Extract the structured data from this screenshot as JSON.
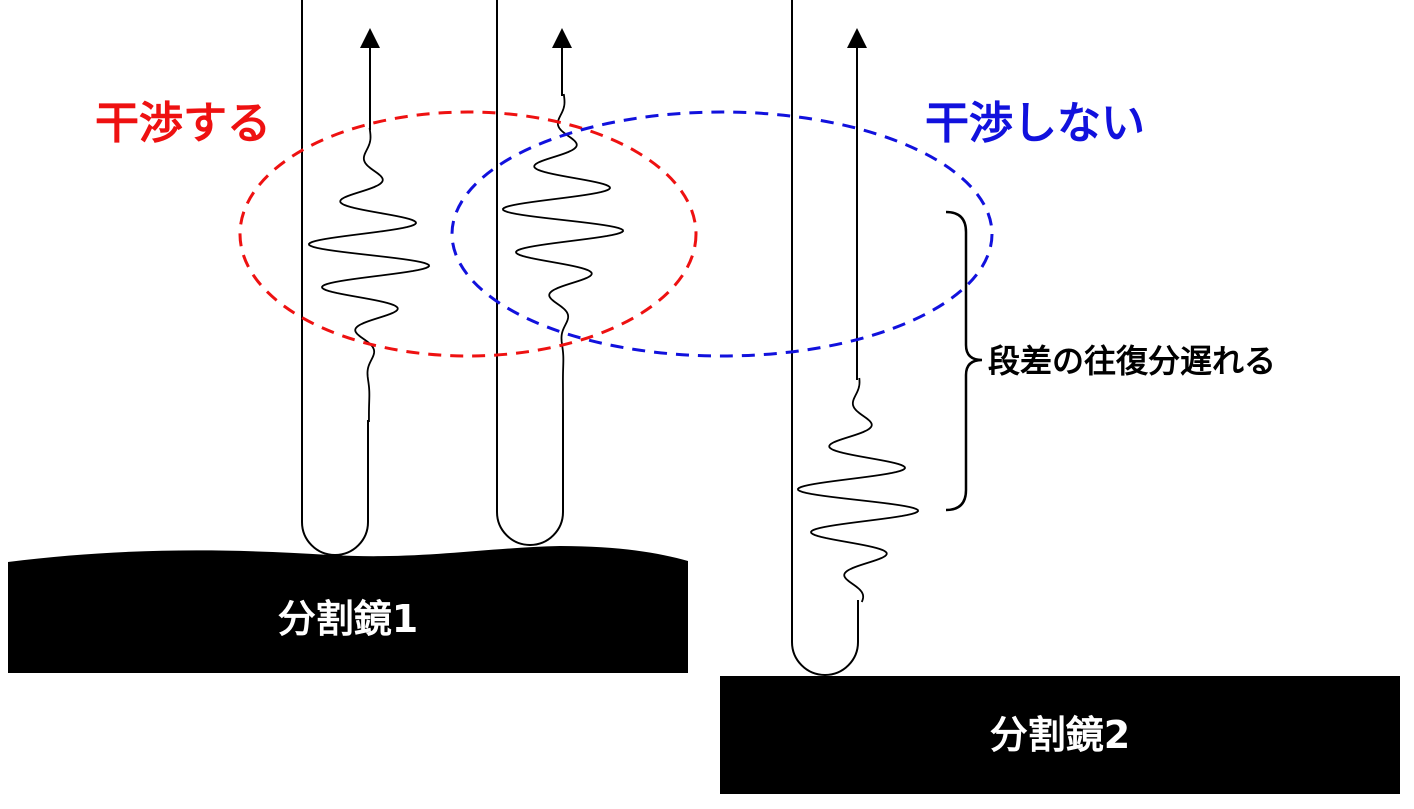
{
  "labels": {
    "interfere": "干渉する",
    "no_interfere": "干渉しない",
    "delay": "段差の往復分遅れる",
    "mirror1": "分割鏡1",
    "mirror2": "分割鏡2"
  },
  "colors": {
    "interfere": "#ee1111",
    "no_interfere": "#1111dd",
    "line": "#000000",
    "mirror_fill": "#000000",
    "mirror_text": "#ffffff"
  }
}
